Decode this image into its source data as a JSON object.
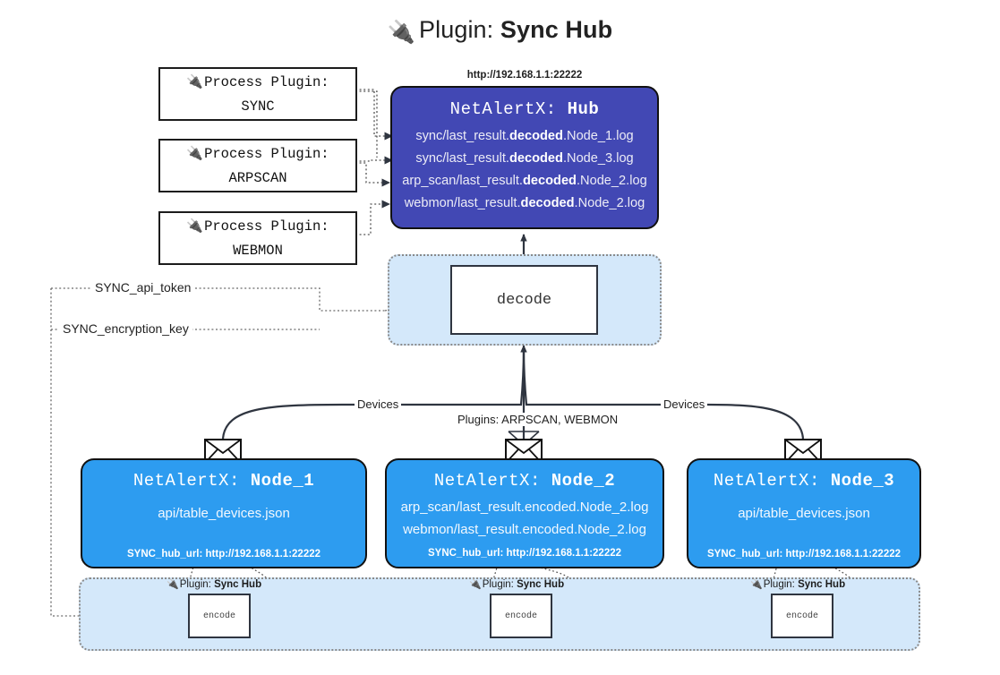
{
  "title": {
    "icon": "plug-icon",
    "prefix": "Plugin: ",
    "name": "Sync Hub"
  },
  "process_plugins": [
    {
      "line1": "Process Plugin:",
      "line2": "SYNC"
    },
    {
      "line1": "Process Plugin:",
      "line2": "ARPSCAN"
    },
    {
      "line1": "Process Plugin:",
      "line2": "WEBMON"
    }
  ],
  "hub": {
    "url": "http://192.168.1.1:22222",
    "title_prefix": "NetAlertX: ",
    "title_name": "Hub",
    "lines": [
      {
        "pre": "sync/last_result.",
        "mid": "decoded",
        "post": ".Node_1.log"
      },
      {
        "pre": "sync/last_result.",
        "mid": "decoded",
        "post": ".Node_3.log"
      },
      {
        "pre": "arp_scan/last_result.",
        "mid": "decoded",
        "post": ".Node_2.log"
      },
      {
        "pre": "webmon/last_result.",
        "mid": "decoded",
        "post": ".Node_2.log"
      }
    ]
  },
  "decode": {
    "label": "decode"
  },
  "secrets": [
    {
      "label": "SYNC_api_token"
    },
    {
      "label": "SYNC_encryption_key"
    }
  ],
  "edge_labels": {
    "devices_left": "Devices",
    "devices_right": "Devices",
    "plugins_center": "Plugins: ARPSCAN, WEBMON"
  },
  "nodes": [
    {
      "title_prefix": "NetAlertX: ",
      "title_name": "Node_1",
      "lines": [
        "api/table_devices.json"
      ],
      "url_label": "SYNC_hub_url: http://192.168.1.1:22222",
      "mail_icon": "envelope-icon"
    },
    {
      "title_prefix": "NetAlertX: ",
      "title_name": "Node_2",
      "lines": [
        "arp_scan/last_result.encoded.Node_2.log",
        "webmon/last_result.encoded.Node_2.log"
      ],
      "url_label": "SYNC_hub_url: http://192.168.1.1:22222",
      "mail_icon": "envelope-icon"
    },
    {
      "title_prefix": "NetAlertX: ",
      "title_name": "Node_3",
      "lines": [
        "api/table_devices.json"
      ],
      "url_label": "SYNC_hub_url: http://192.168.1.1:22222",
      "mail_icon": "envelope-icon"
    }
  ],
  "encoders": [
    {
      "plugin_prefix": "Plugin: ",
      "plugin_name": "Sync Hub",
      "box_label": "encode"
    },
    {
      "plugin_prefix": "Plugin: ",
      "plugin_name": "Sync Hub",
      "box_label": "encode"
    },
    {
      "plugin_prefix": "Plugin: ",
      "plugin_name": "Sync Hub",
      "box_label": "encode"
    }
  ],
  "colors": {
    "hub_fill": "#4248b4",
    "node_fill": "#2d9cf0",
    "region_fill": "#d4e8fa",
    "stroke": "#111111",
    "dotted": "#8a8a8a"
  }
}
